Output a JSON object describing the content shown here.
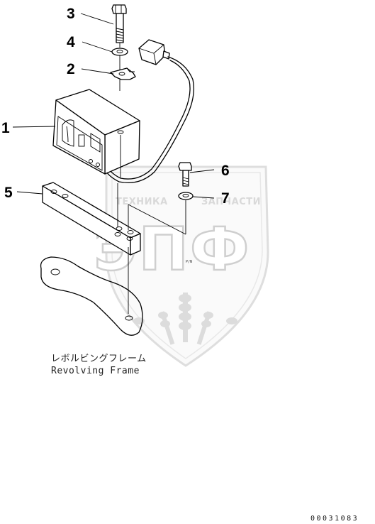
{
  "callouts": {
    "c1": "1",
    "c2": "2",
    "c3": "3",
    "c4": "4",
    "c5": "5",
    "c6": "6",
    "c7": "7"
  },
  "caption": {
    "jp": "レボルビングフレーム",
    "en": "Revolving Frame"
  },
  "watermark": {
    "left": "ТЕХНИКА",
    "right": "ЗАПЧАСТИ",
    "big": "ЭПФ"
  },
  "document_number": "00031083"
}
